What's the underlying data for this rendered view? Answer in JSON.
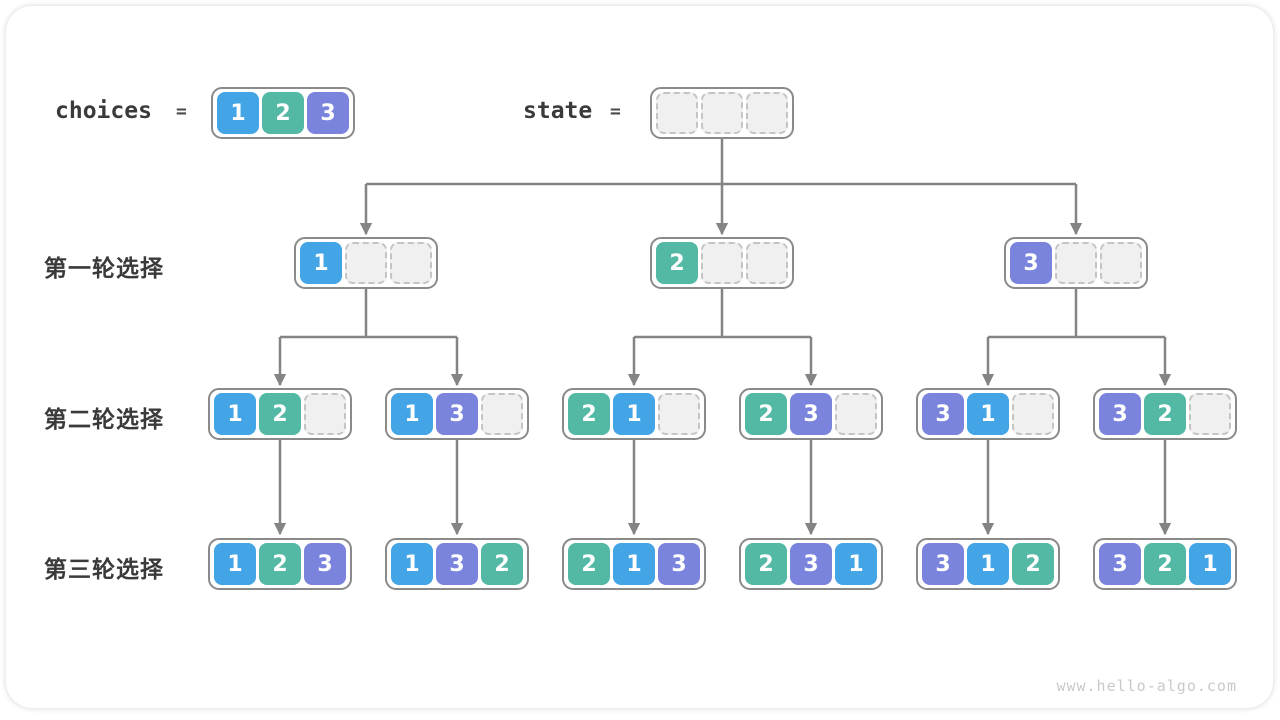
{
  "watermark": "www.hello-algo.com",
  "header": {
    "choices_label": "choices",
    "state_label": "state",
    "equals_sign": "=",
    "choices_array": [
      "1",
      "2",
      "3"
    ],
    "state_array": [
      "",
      "",
      ""
    ]
  },
  "cell_colors": {
    "1": "#43A4E6",
    "2": "#53B9A5",
    "3": "#7A84DC",
    "empty_fill": "#F0F0F0",
    "empty_border": "#C4C4C4"
  },
  "styles": {
    "arrow_color": "#848484",
    "box_border": "#8A8A8A",
    "label_color": "#3A3A3A",
    "watermark_color": "#C9C9C9"
  },
  "rounds": [
    {
      "label": "第一轮选择",
      "nodes": [
        [
          "1",
          "",
          ""
        ],
        [
          "2",
          "",
          ""
        ],
        [
          "3",
          "",
          ""
        ]
      ]
    },
    {
      "label": "第二轮选择",
      "nodes": [
        [
          "1",
          "2",
          ""
        ],
        [
          "1",
          "3",
          ""
        ],
        [
          "2",
          "1",
          ""
        ],
        [
          "2",
          "3",
          ""
        ],
        [
          "3",
          "1",
          ""
        ],
        [
          "3",
          "2",
          ""
        ]
      ]
    },
    {
      "label": "第三轮选择",
      "nodes": [
        [
          "1",
          "2",
          "3"
        ],
        [
          "1",
          "3",
          "2"
        ],
        [
          "2",
          "1",
          "3"
        ],
        [
          "2",
          "3",
          "1"
        ],
        [
          "3",
          "1",
          "2"
        ],
        [
          "3",
          "2",
          "1"
        ]
      ]
    }
  ]
}
